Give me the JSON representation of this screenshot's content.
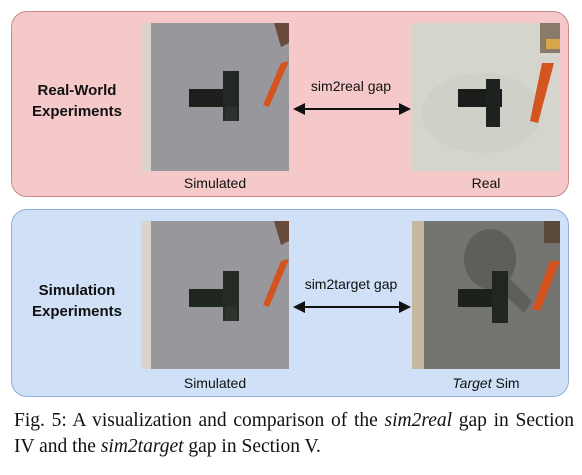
{
  "real_row": {
    "label_line1": "Real-World",
    "label_line2": "Experiments",
    "gap_label": "sim2real gap",
    "left_caption": "Simulated",
    "right_caption": "Real"
  },
  "sim_row": {
    "label_line1": "Simulation",
    "label_line2": "Experiments",
    "gap_label": "sim2target gap",
    "left_caption": "Simulated",
    "right_caption_italic": "Target",
    "right_caption_rest": " Sim"
  },
  "caption": {
    "prefix": "Fig. 5: A visualization and comparison of the ",
    "term1": "sim2real",
    "mid": " gap in Section IV and the ",
    "term2": "sim2target",
    "suffix": " gap in Section V."
  },
  "colors": {
    "real_panel_bg": "#f5c9c9",
    "sim_panel_bg": "#cfe0f7",
    "robot_orange": "#d4541f",
    "block_dark": "#1f2620"
  }
}
